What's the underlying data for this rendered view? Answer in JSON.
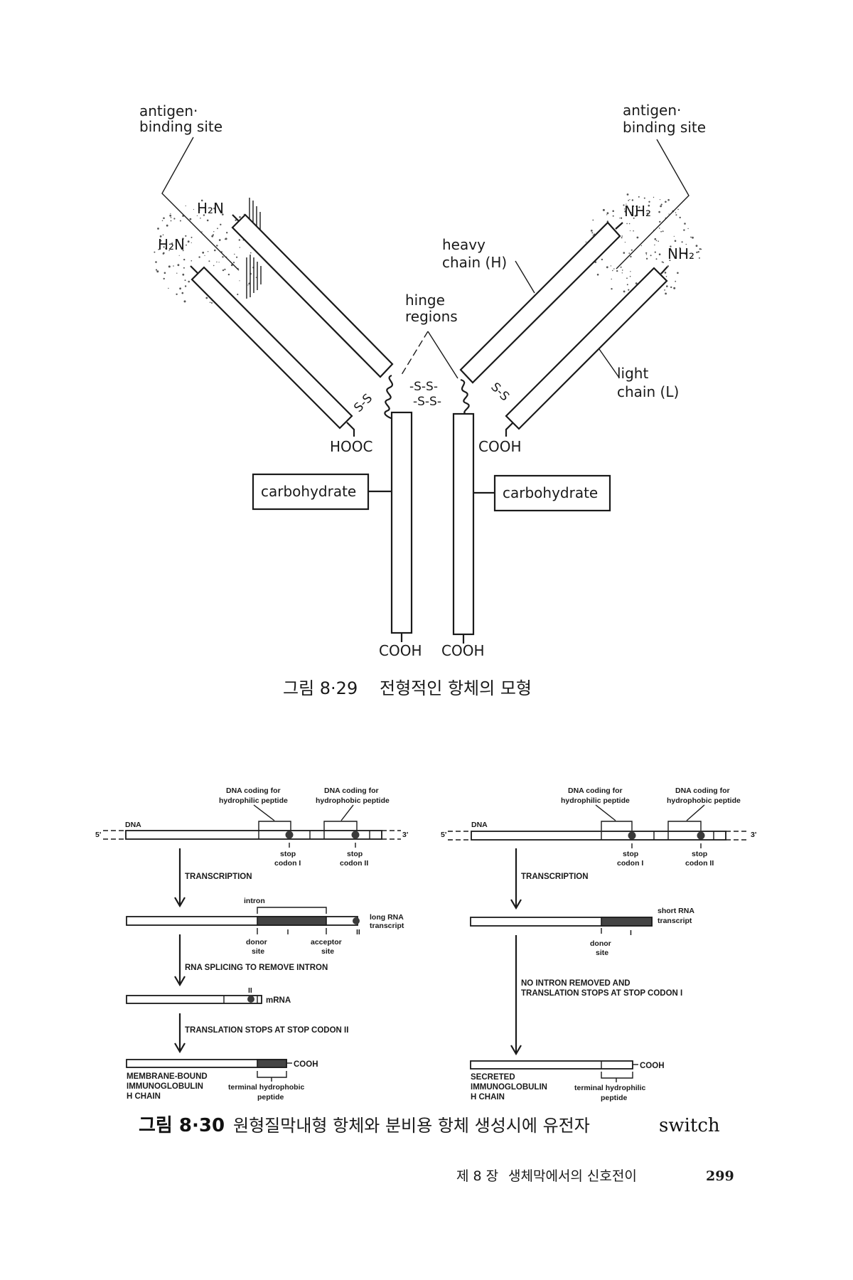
{
  "figure_8_29": {
    "labels": {
      "antigen_binding_left_1": "antigen·",
      "antigen_binding_left_2": "binding site",
      "antigen_binding_right_1": "antigen·",
      "antigen_binding_right_2": "binding site",
      "h2n_upper": "H₂N",
      "h2n_lower": "H₂N",
      "nh2_upper": "NH₂",
      "nh2_lower": "NH₂",
      "heavy_chain_1": "heavy",
      "heavy_chain_2": "chain (H)",
      "hinge_1": "hinge",
      "hinge_2": "regions",
      "light_chain_1": "light",
      "light_chain_2": "chain (L)",
      "ss_left": "S-S",
      "ss_right": "S-S",
      "ss_hinge_top": "-S-S-",
      "ss_hinge_bottom": "-S-S-",
      "hooc": "HOOC",
      "cooh_right_light": "COOH",
      "carbohydrate_left": "carbohydrate",
      "carbohydrate_right": "carbohydrate",
      "cooh_bottom_left": "COOH",
      "cooh_bottom_right": "COOH"
    },
    "caption": {
      "number": "그림 8·29",
      "text": "전형적인 항체의 모형"
    }
  },
  "figure_8_30": {
    "left_panel": {
      "dna_label": "DNA",
      "five_prime": "5'",
      "three_prime": "3'",
      "coding_hydrophilic_1": "DNA coding for",
      "coding_hydrophilic_2": "hydrophilic peptide",
      "coding_hydrophobic_1": "DNA coding for",
      "coding_hydrophobic_2": "hydrophobic peptide",
      "stop1_1": "stop",
      "stop1_2": "codon I",
      "stop2_1": "stop",
      "stop2_2": "codon II",
      "step_transcription": "TRANSCRIPTION",
      "intron": "intron",
      "long_rna_1": "long RNA",
      "long_rna_2": "transcript",
      "marker_i": "I",
      "marker_ii": "II",
      "donor_1": "donor",
      "donor_2": "site",
      "acceptor_1": "acceptor",
      "acceptor_2": "site",
      "step_splicing": "RNA SPLICING TO REMOVE INTRON",
      "mrna_marker": "II",
      "mrna": "mRNA",
      "step_translation": "TRANSLATION STOPS AT STOP CODON II",
      "cooh": "COOH",
      "product_1": "MEMBRANE-BOUND",
      "product_2": "IMMUNOGLOBULIN",
      "product_3": "H CHAIN",
      "peptide_1": "terminal hydrophobic",
      "peptide_2": "peptide"
    },
    "right_panel": {
      "dna_label": "DNA",
      "five_prime": "5'",
      "three_prime": "3'",
      "coding_hydrophilic_1": "DNA coding for",
      "coding_hydrophilic_2": "hydrophilic peptide",
      "coding_hydrophobic_1": "DNA coding for",
      "coding_hydrophobic_2": "hydrophobic peptide",
      "stop1_1": "stop",
      "stop1_2": "codon I",
      "stop2_1": "stop",
      "stop2_2": "codon II",
      "step_transcription": "TRANSCRIPTION",
      "short_rna_1": "short RNA",
      "short_rna_2": "transcript",
      "marker_i": "I",
      "donor_1": "donor",
      "donor_2": "site",
      "step_1": "NO INTRON REMOVED AND",
      "step_2": "TRANSLATION STOPS AT STOP CODON I",
      "cooh": "COOH",
      "product_1": "SECRETED",
      "product_2": "IMMUNOGLOBULIN",
      "product_3": "H CHAIN",
      "peptide_1": "terminal hydrophilic",
      "peptide_2": "peptide"
    },
    "caption": {
      "number": "그림 8·30",
      "text": "원형질막내형 항체와 분비용 항체 생성시에 유전자",
      "suffix": "switch"
    }
  },
  "footer": {
    "chapter": "제 8 장",
    "title": "생체막에서의 신호전이",
    "page_number": "299"
  }
}
